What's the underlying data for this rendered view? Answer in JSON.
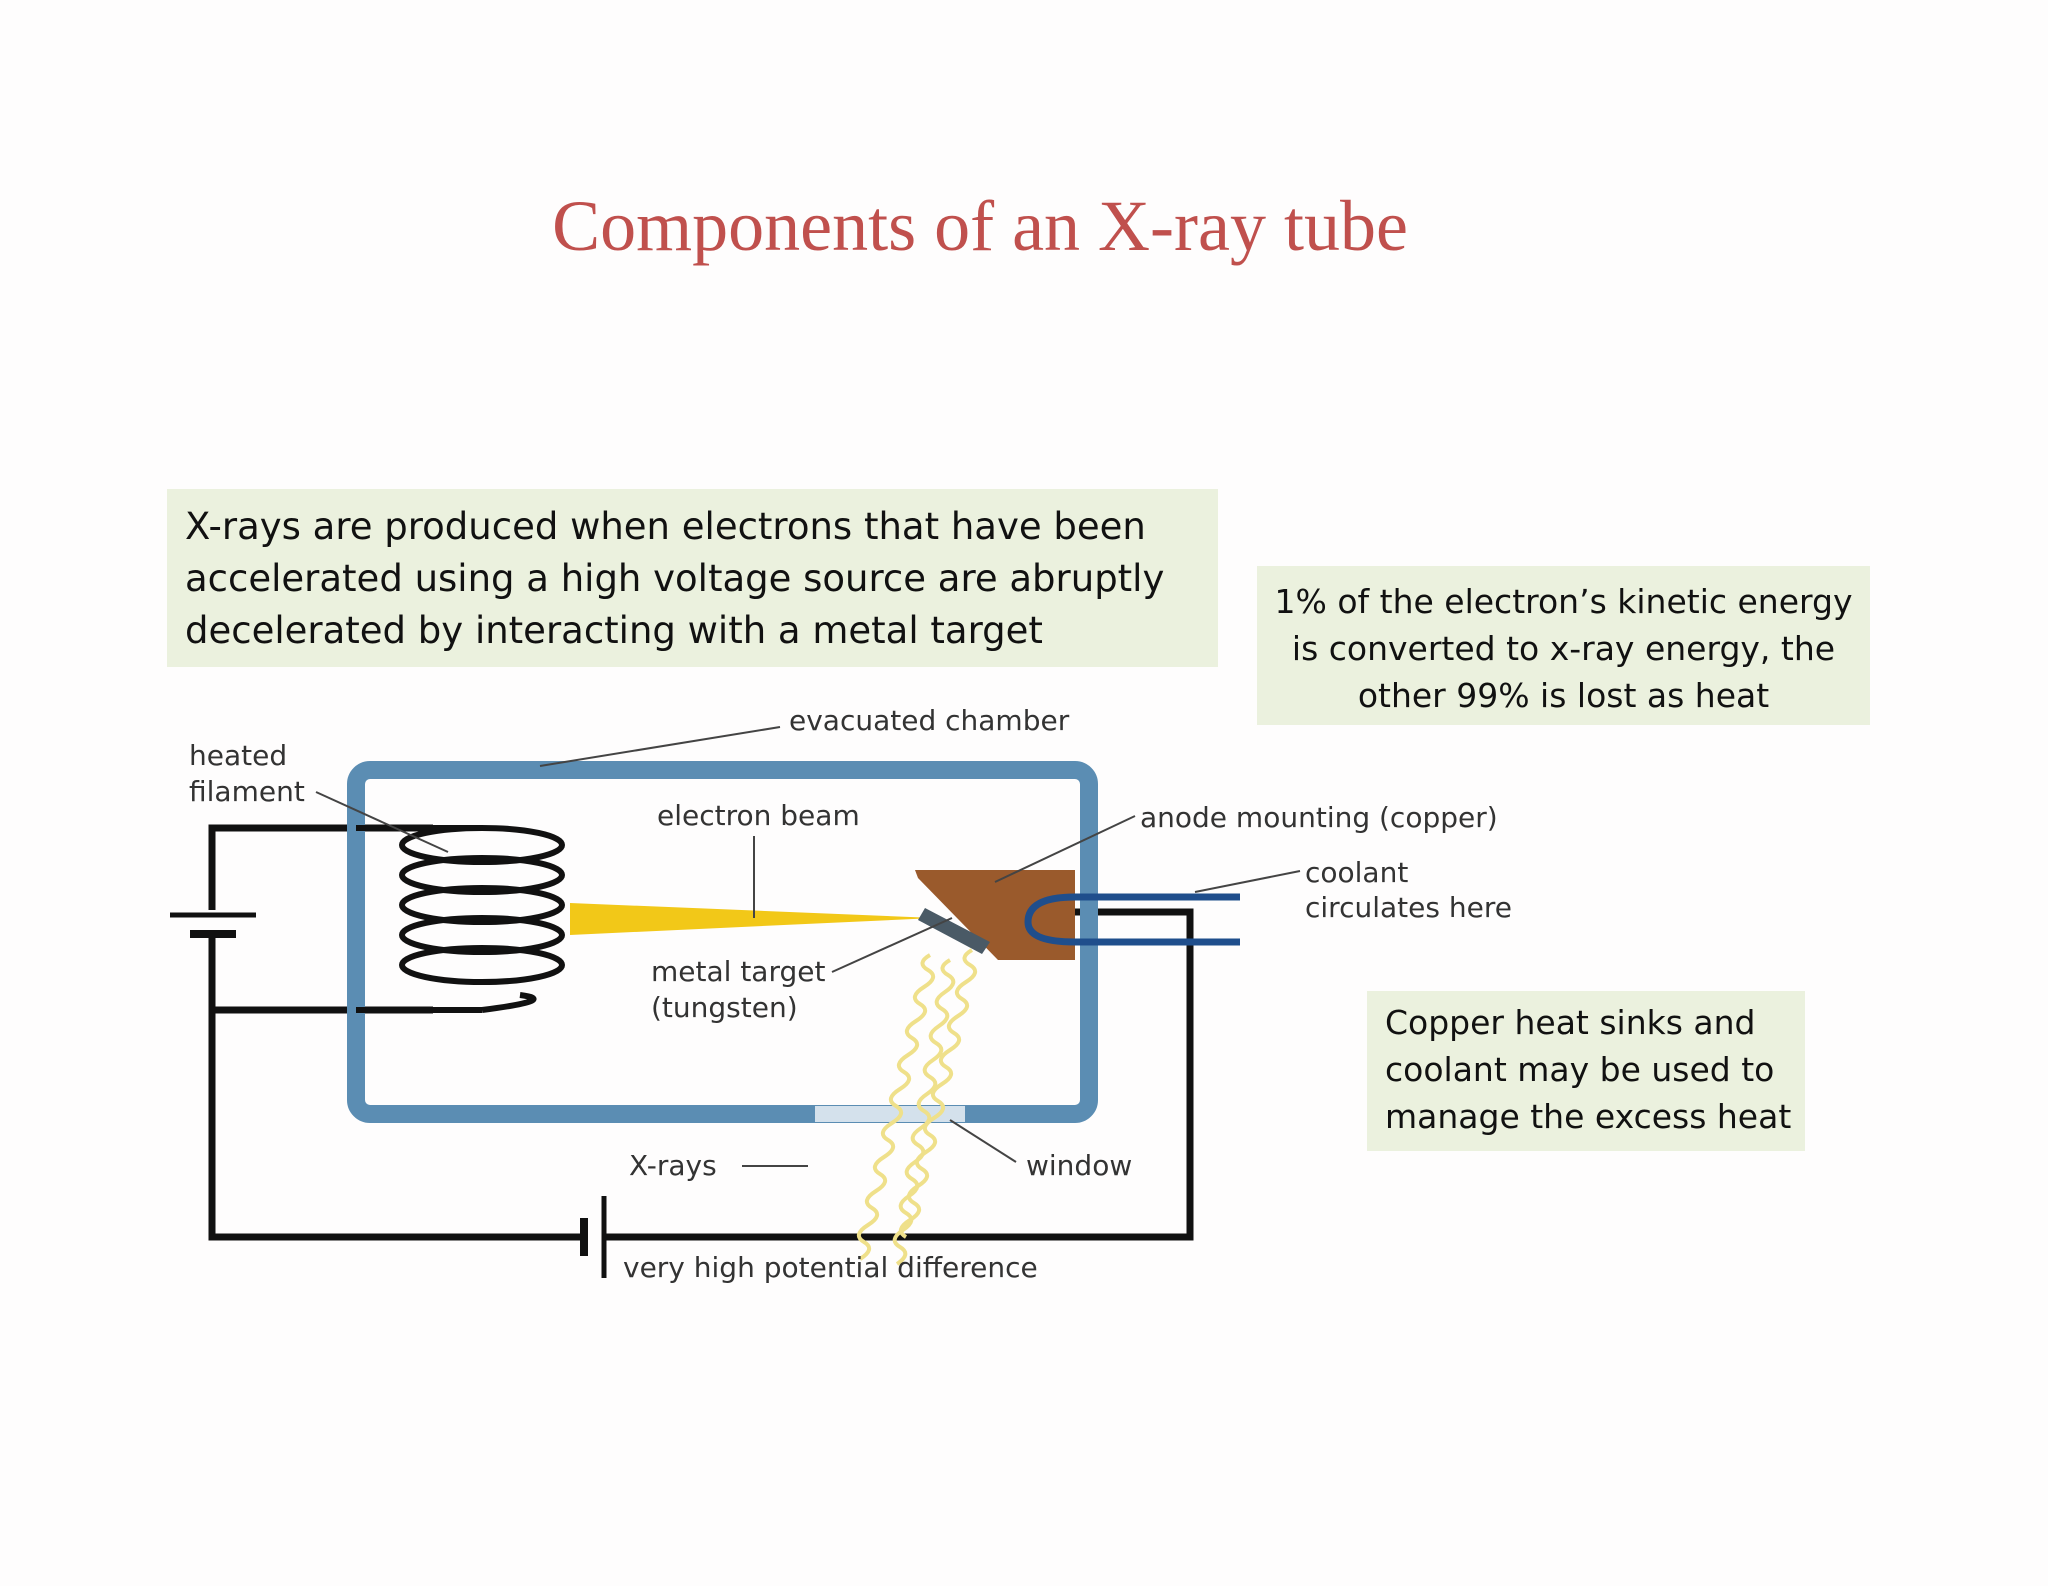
{
  "title": "Components of an X-ray tube",
  "notes": {
    "production": [
      "X-rays are produced when electrons that have been",
      "accelerated using a high voltage source are abruptly",
      "decelerated by interacting with a metal target"
    ],
    "efficiency": [
      "1% of the electron’s kinetic energy",
      "is converted to x-ray energy, the",
      "other 99% is lost as heat"
    ],
    "cooling": [
      "Copper heat sinks and",
      "coolant may be used to",
      "manage the excess heat"
    ]
  },
  "labels": {
    "evacuated_chamber": "evacuated chamber",
    "heated_filament_1": "heated",
    "heated_filament_2": "filament",
    "electron_beam": "electron beam",
    "anode_mounting": "anode mounting (copper)",
    "coolant_1": "coolant",
    "coolant_2": "circulates here",
    "metal_target_1": "metal target",
    "metal_target_2": "(tungsten)",
    "x_rays": "X-rays",
    "window": "window",
    "potential": "very high potential difference"
  },
  "colors": {
    "title": "#c0504d",
    "note_background": "#ebf1de",
    "chamber": "#5b8db3",
    "beam": "#f2c818",
    "copper": "#9a5a2c",
    "coolant_pipe": "#1f4e8c",
    "xray_waves": "#efe08a"
  }
}
